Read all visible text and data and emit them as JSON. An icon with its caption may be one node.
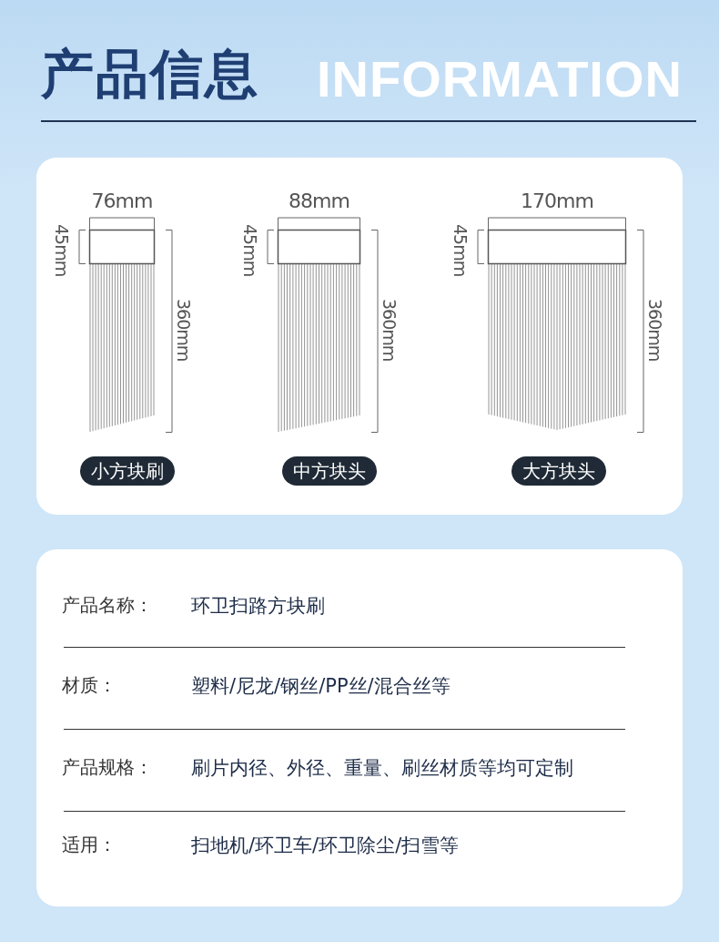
{
  "diagram": {
    "title": "产品信息",
    "nodes": [
      {
        "text": [
          "小方块刷"
        ]
      },
      {
        "text": [
          "中方块头"
        ]
      },
      {
        "text": [
          "大方块头"
        ]
      }
    ],
    "labels": [
      "INFORMATION",
      "76mm",
      "45mm",
      "360mm",
      "88mm",
      "45mm",
      "360mm",
      "170mm",
      "45mm",
      "360mm",
      "产品名称：",
      "环卫扫路方块刷",
      "材质：",
      "塑料/尼龙/钢丝/PP丝/混合丝等",
      "产品规格：",
      "刷片内径、外径、重量、刷丝材质等均可定制",
      "适用：",
      "扫地机/环卫车/环卫除尘/扫雪等"
    ]
  }
}
